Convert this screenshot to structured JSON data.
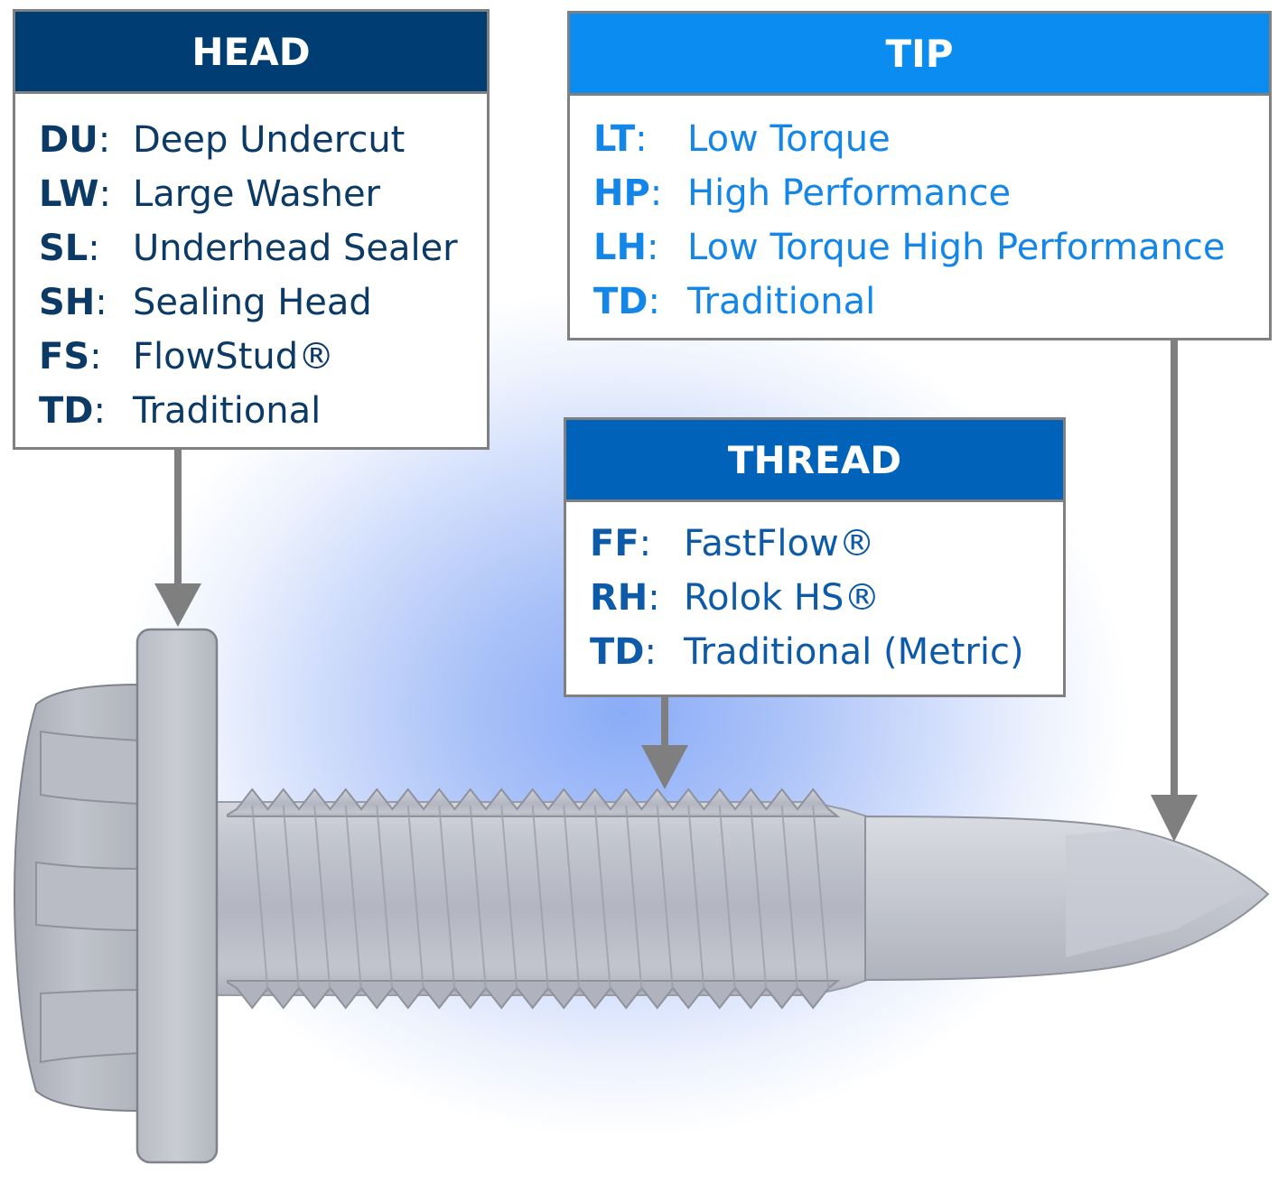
{
  "colors": {
    "head_header": "#003d73",
    "tip_header": "#0a8cf0",
    "thread_header": "#0062b8",
    "border": "#808080",
    "arrow": "#7f7f7f",
    "glow": "#8aacf7"
  },
  "head": {
    "title": "HEAD",
    "items": [
      {
        "code": "DU",
        "label": "Deep Undercut"
      },
      {
        "code": "LW",
        "label": "Large Washer"
      },
      {
        "code": "SL",
        "label": "Underhead Sealer"
      },
      {
        "code": "SH",
        "label": "Sealing Head"
      },
      {
        "code": "FS",
        "label": "FlowStud®"
      },
      {
        "code": "TD",
        "label": "Traditional"
      }
    ]
  },
  "tip": {
    "title": "TIP",
    "items": [
      {
        "code": "LT",
        "label": "Low Torque"
      },
      {
        "code": "HP",
        "label": "High Performance"
      },
      {
        "code": "LH",
        "label": "Low Torque High Performance"
      },
      {
        "code": "TD",
        "label": "Traditional"
      }
    ]
  },
  "thread": {
    "title": "THREAD",
    "items": [
      {
        "code": "FF",
        "label": "FastFlow®"
      },
      {
        "code": "RH",
        "label": "Rolok HS®"
      },
      {
        "code": "TD",
        "label": "Traditional (Metric)"
      }
    ]
  }
}
